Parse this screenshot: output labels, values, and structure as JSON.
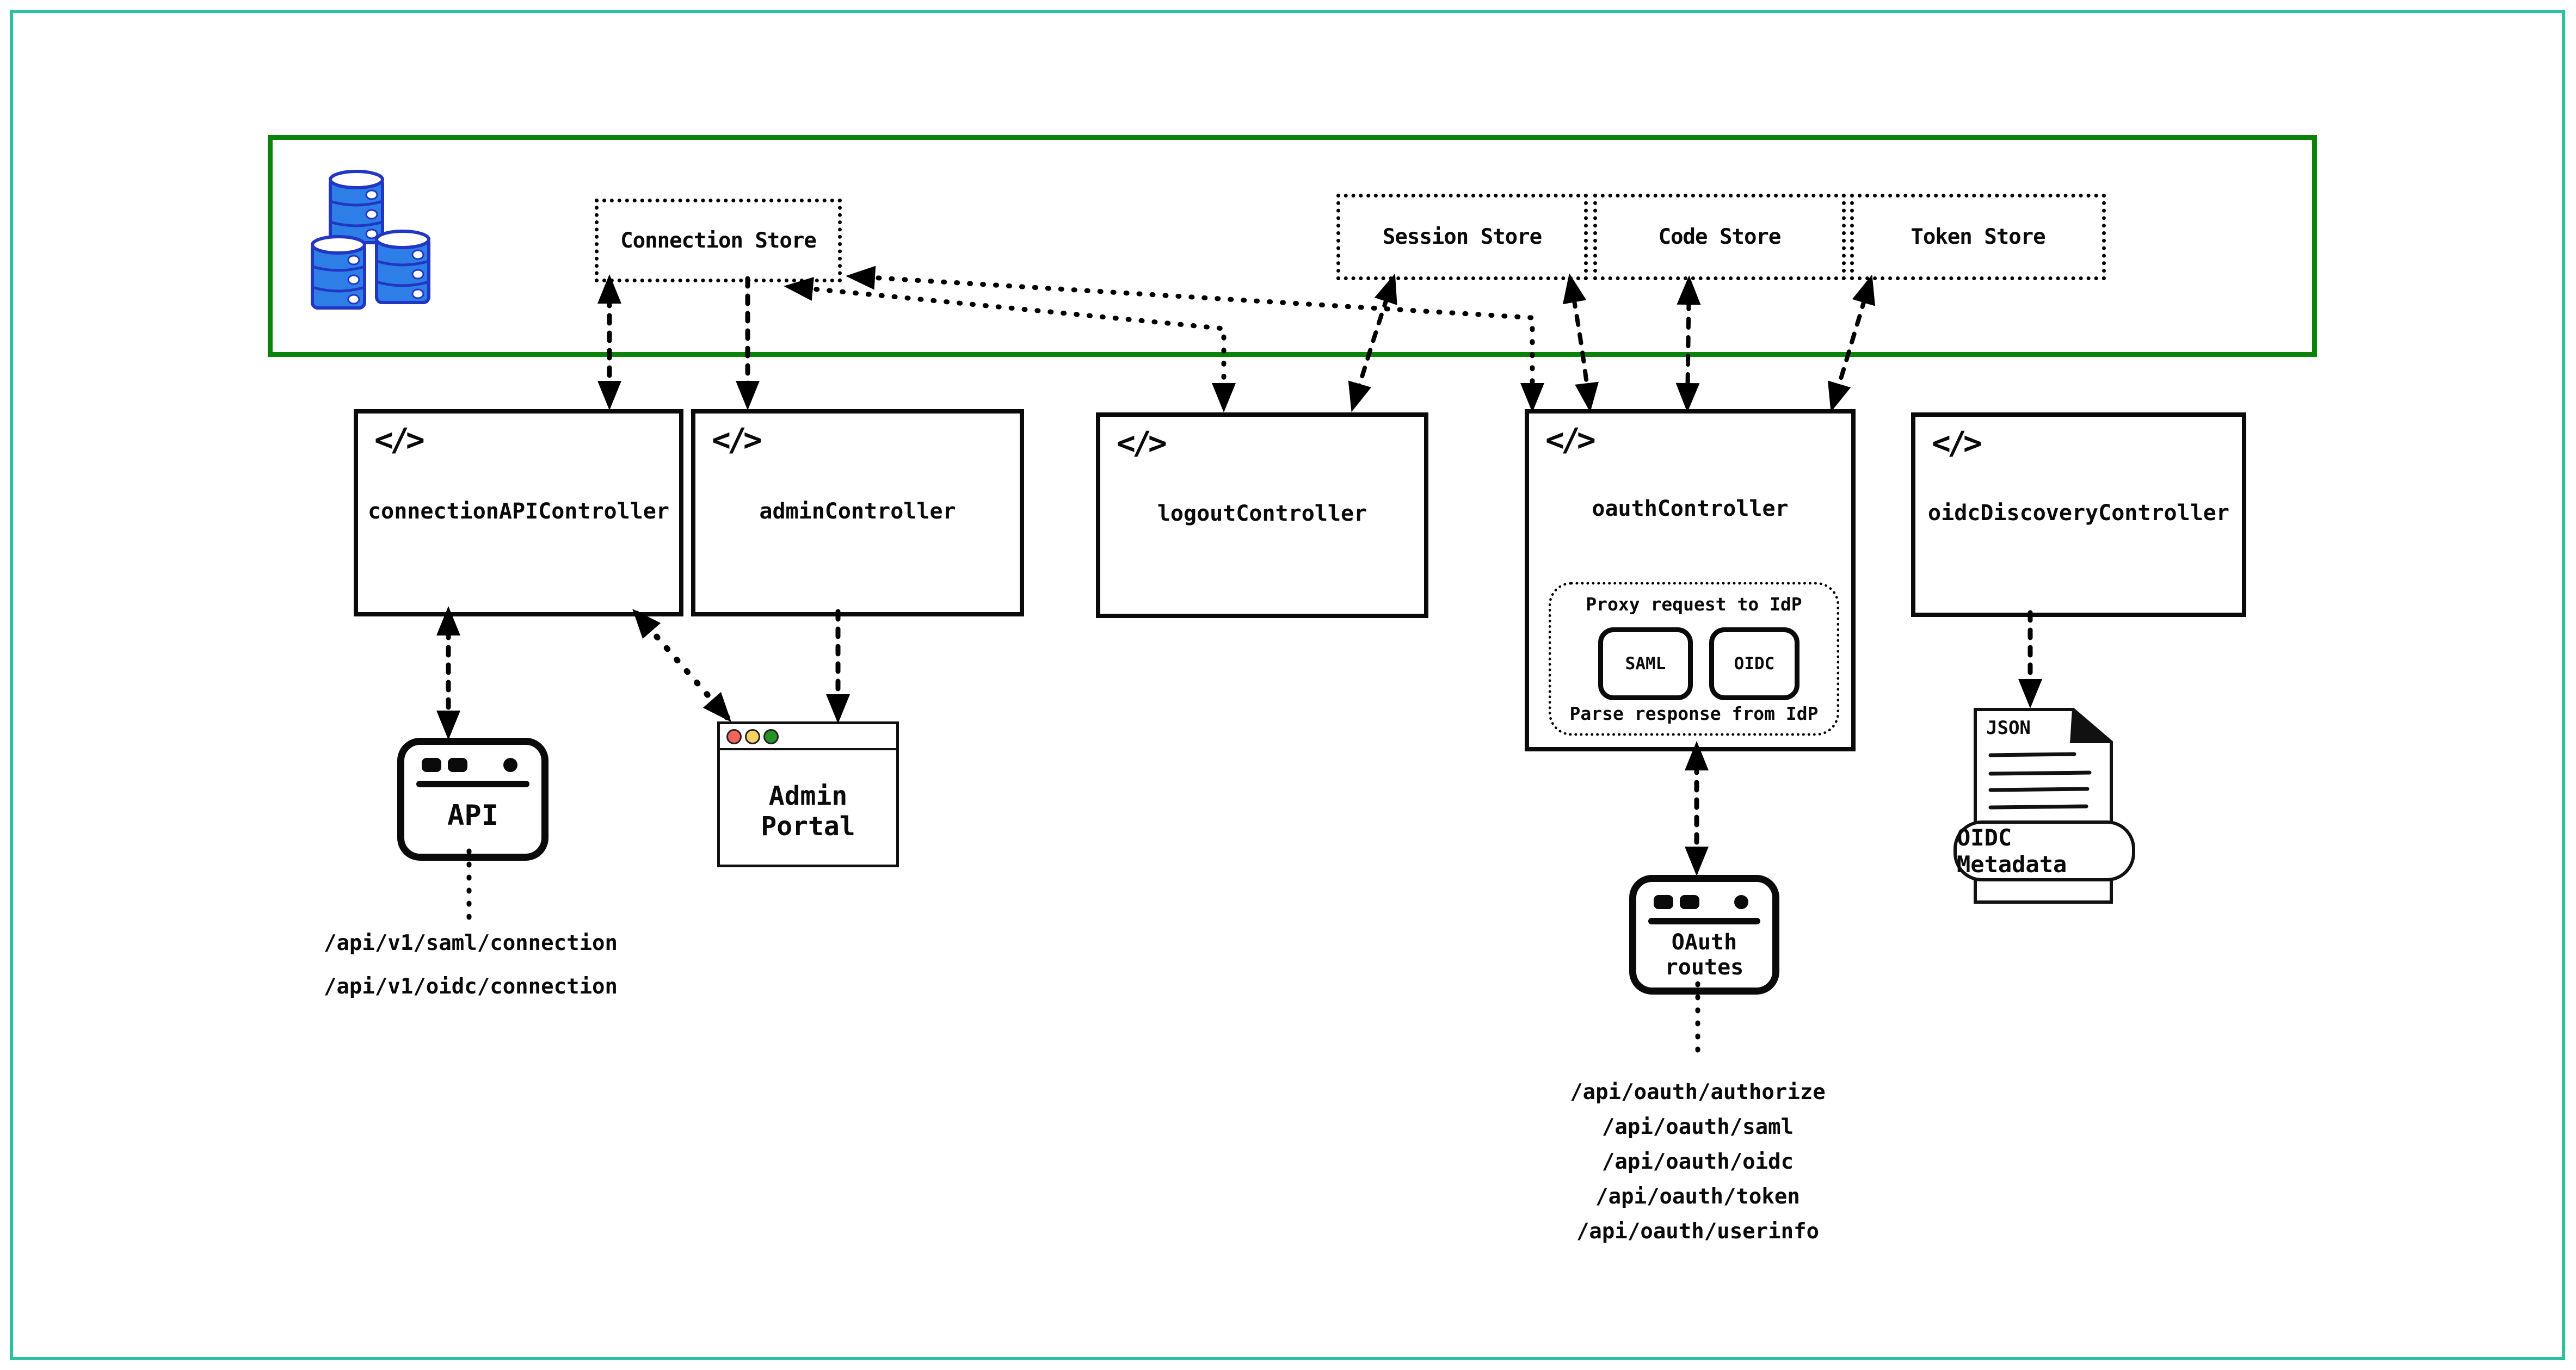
{
  "data_layer": {
    "stores": [
      {
        "label": "Connection Store"
      },
      {
        "label": "Session Store"
      },
      {
        "label": "Code Store"
      },
      {
        "label": "Token Store"
      }
    ]
  },
  "controllers": [
    {
      "label": "connectionAPIController"
    },
    {
      "label": "adminController"
    },
    {
      "label": "logoutController"
    },
    {
      "label": "oauthController"
    },
    {
      "label": "oidcDiscoveryController"
    }
  ],
  "icons": {
    "code_glyph": "</>",
    "database_icon": "database-stack-icon"
  },
  "oauth_proxy": {
    "title": "Proxy request to IdP",
    "protocols": [
      {
        "label": "SAML"
      },
      {
        "label": "OIDC"
      }
    ],
    "footer": "Parse response from IdP"
  },
  "clients": {
    "api_window": {
      "label": "API"
    },
    "admin_portal": {
      "label": "Admin Portal"
    },
    "oauth_routes_window": {
      "label": "OAuth routes"
    },
    "oidc_metadata_doc": {
      "file_type": "JSON",
      "label": "OIDC Metadata"
    }
  },
  "routes": {
    "connection_api": [
      "/api/v1/saml/connection",
      "/api/v1/oidc/connection"
    ],
    "oauth": [
      "/api/oauth/authorize",
      "/api/oauth/saml",
      "/api/oauth/oidc",
      "/api/oauth/token",
      "/api/oauth/userinfo"
    ]
  },
  "colors": {
    "frame": "#2ac0a0",
    "data_layer_border": "#0b830b",
    "database_fill": "#2e7ee8",
    "database_outline": "#2236c4",
    "traffic_red": "#f2635c",
    "traffic_yellow": "#f6d262",
    "traffic_green": "#279327"
  }
}
